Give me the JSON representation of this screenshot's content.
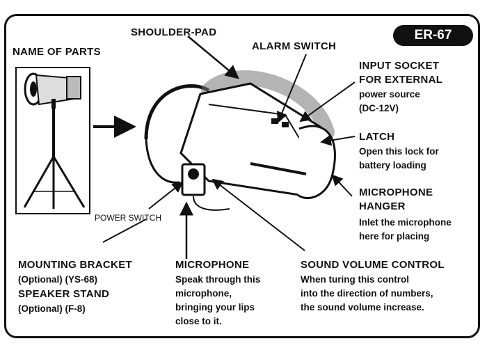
{
  "model_badge": "ER-67",
  "labels": {
    "name_of_parts": "NAME OF PARTS",
    "shoulder_pad": "SHOULDER-PAD",
    "alarm_switch": "ALARM SWITCH",
    "input_socket_title_1": "INPUT SOCKET",
    "input_socket_title_2": "FOR EXTERNAL",
    "input_socket_desc_1": "power source",
    "input_socket_desc_2": "(DC-12V)",
    "latch_title": "LATCH",
    "latch_desc_1": "Open this lock for",
    "latch_desc_2": "battery loading",
    "mic_hanger_title_1": "MICROPHONE",
    "mic_hanger_title_2": "HANGER",
    "mic_hanger_desc_1": "Inlet the microphone",
    "mic_hanger_desc_2": "here for placing",
    "power_switch": "POWER SWITCH",
    "mounting_bracket_title": "MOUNTING BRACKET",
    "mounting_bracket_desc": "(Optional) (YS-68)",
    "speaker_stand_title": "SPEAKER STAND",
    "speaker_stand_desc": "(Optional) (F-8)",
    "microphone_title": "MICROPHONE",
    "microphone_desc_1": "Speak through this",
    "microphone_desc_2": "microphone,",
    "microphone_desc_3": "bringing your lips",
    "microphone_desc_4": "close to it.",
    "volume_title": "SOUND VOLUME CONTROL",
    "volume_desc_1": "When turing this control",
    "volume_desc_2": "into the direction of numbers,",
    "volume_desc_3": "the sound volume increase."
  }
}
